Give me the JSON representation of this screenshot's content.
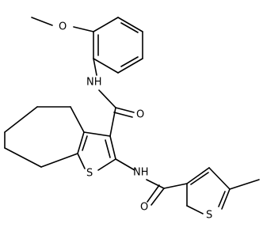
{
  "molecule": {
    "labels": {
      "methoxy_oxygen": "O",
      "amide_nh_upper": "NH",
      "amide_oxygen_upper": "O",
      "thiophene_sulfur_fused": "S",
      "amide_nh_lower": "NH",
      "amide_oxygen_lower": "O",
      "thiophene_sulfur_methyl": "S"
    },
    "colors": {
      "bond": "#000000",
      "label": "#000000",
      "background": "#ffffff"
    }
  }
}
